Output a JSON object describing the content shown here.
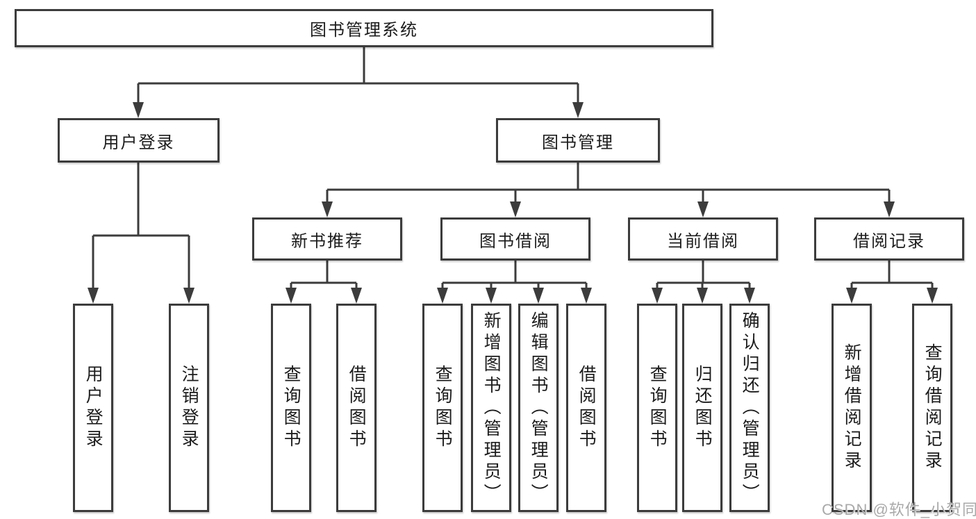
{
  "tree": {
    "root": {
      "label": "图书管理系统",
      "children": [
        {
          "label": "用户登录",
          "children": [
            {
              "label": "用户登录"
            },
            {
              "label": "注销登录"
            }
          ]
        },
        {
          "label": "图书管理",
          "children": [
            {
              "label": "新书推荐",
              "children": [
                {
                  "label": "查询图书"
                },
                {
                  "label": "借阅图书"
                }
              ]
            },
            {
              "label": "图书借阅",
              "children": [
                {
                  "label": "查询图书"
                },
                {
                  "label": "新增图书（管理员）"
                },
                {
                  "label": "编辑图书（管理员）"
                },
                {
                  "label": "借阅图书"
                }
              ]
            },
            {
              "label": "当前借阅",
              "children": [
                {
                  "label": "查询图书"
                },
                {
                  "label": "归还图书"
                },
                {
                  "label": "确认归还（管理员）"
                }
              ]
            },
            {
              "label": "借阅记录",
              "children": [
                {
                  "label": "新增借阅记录"
                },
                {
                  "label": "查询借阅记录"
                }
              ]
            }
          ]
        }
      ]
    }
  },
  "watermark": {
    "text": "CSDN @软件_小贺同学"
  },
  "colors": {
    "line": "#3c3c3c",
    "box_border": "#3c3c3c",
    "box_fill": "#ffffff",
    "text": "#1c1c1c",
    "watermark": "#a9a9a9"
  }
}
